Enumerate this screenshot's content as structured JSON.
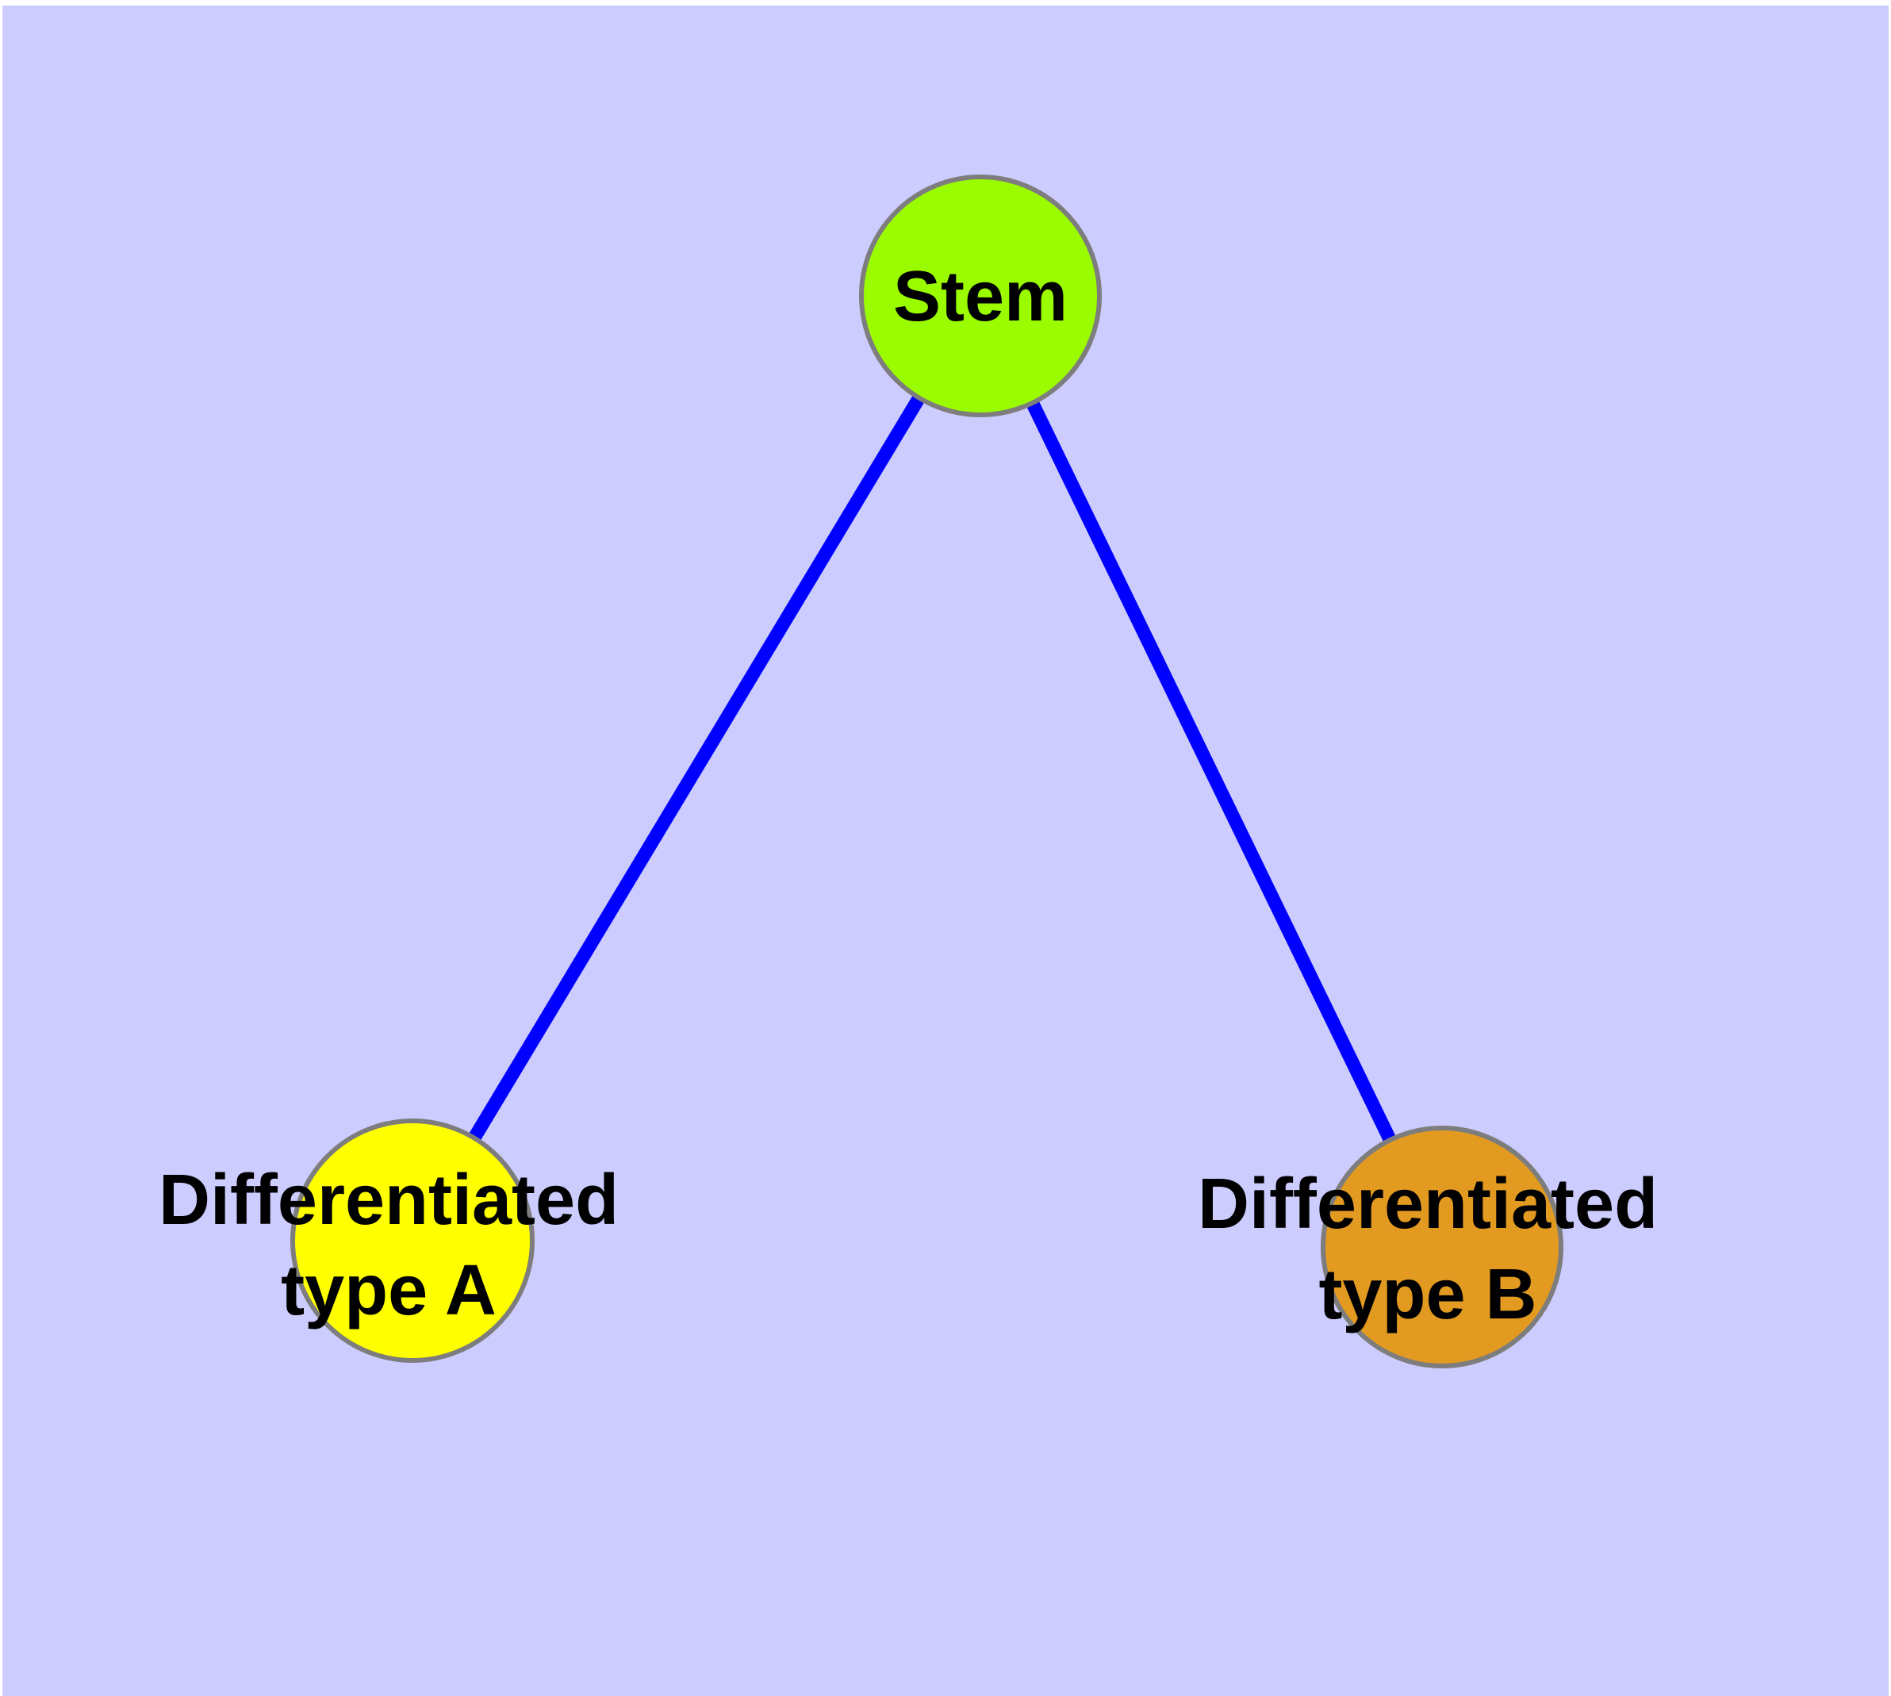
{
  "diagram": {
    "type": "node-link-graph",
    "background_color": "#CCCCFF",
    "outer_margin_color": "#FFFFFF",
    "edge_color": "#0000FF",
    "node_border_color": "#7D7D7D",
    "label_color": "#000000",
    "nodes": [
      {
        "id": "stem",
        "label": "Stem",
        "fill": "#9BFC00"
      },
      {
        "id": "diff-a",
        "label_line1": "Differentiated",
        "label_line2": "type A",
        "fill": "#FFFF00"
      },
      {
        "id": "diff-b",
        "label_line1": "Differentiated",
        "label_line2": "type B",
        "fill": "#E29A20"
      }
    ],
    "edges": [
      {
        "from": "Stem",
        "to": "Differentiated type A"
      },
      {
        "from": "Stem",
        "to": "Differentiated type B"
      }
    ]
  }
}
